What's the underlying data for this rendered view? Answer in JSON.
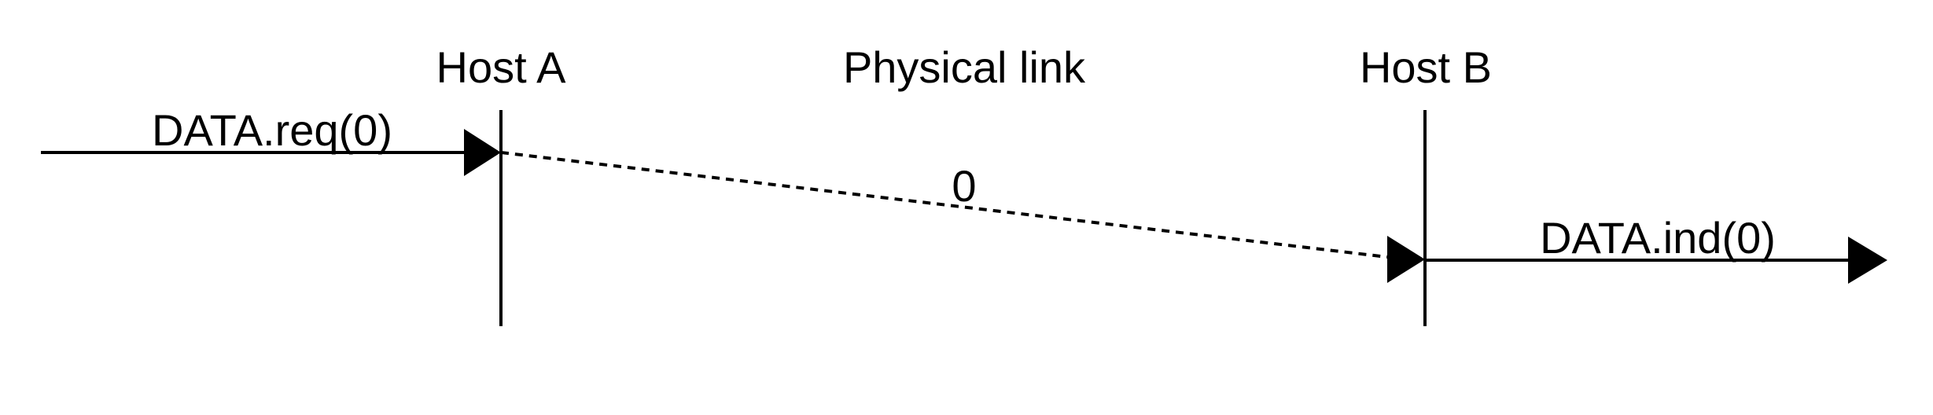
{
  "diagram": {
    "columns": {
      "host_a": "Host A",
      "physical_link": "Physical link",
      "host_b": "Host B"
    },
    "messages": {
      "request": "DATA.req(0)",
      "frame": "0",
      "indication": "DATA.ind(0)"
    },
    "colors": {
      "stroke": "#000000",
      "background": "#ffffff"
    }
  }
}
